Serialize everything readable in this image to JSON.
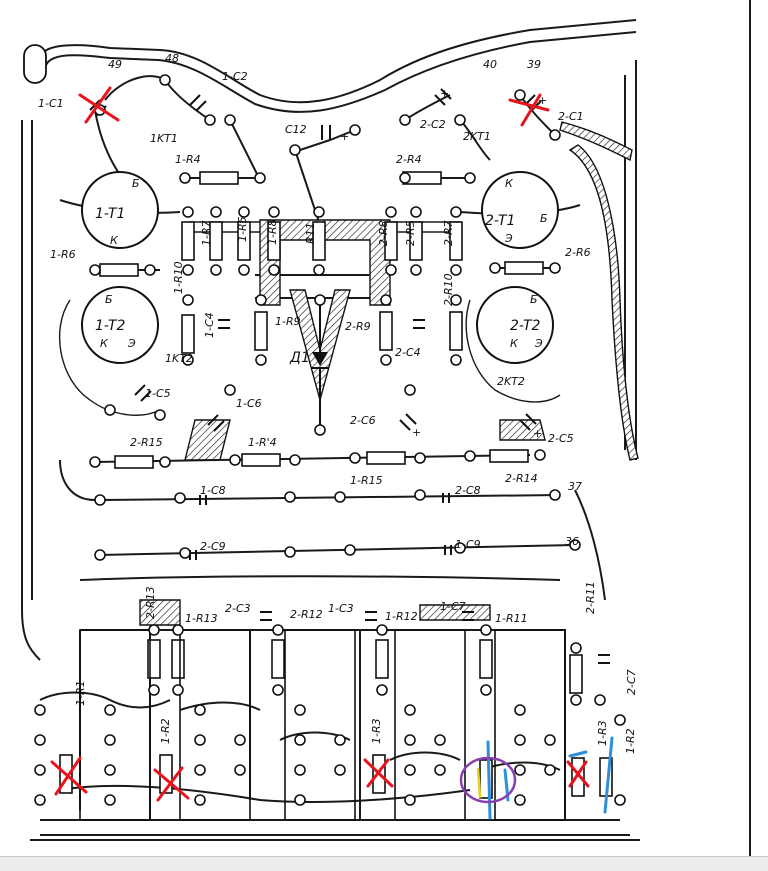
{
  "board": {
    "pin_numbers": [
      "49",
      "48",
      "40",
      "39",
      "37",
      "36"
    ],
    "capacitors": [
      "1-C1",
      "1-C2",
      "C12",
      "2-C2",
      "2-C1",
      "1-C5",
      "1-C6",
      "2-C6",
      "2-C5",
      "1-C4",
      "2-C4",
      "2-C3",
      "1-C3",
      "2-C7",
      "1-C8",
      "2-C8",
      "2-C9",
      "1-C9",
      "1-C7"
    ],
    "resistors": [
      "1-R4",
      "2-R4",
      "1-R7",
      "1-R5",
      "1-R8",
      "R11",
      "2-R8",
      "2-R5",
      "2-R7",
      "1-R6",
      "2-R6",
      "1-R10",
      "1-R9",
      "2-R9",
      "2-R10",
      "2-R15",
      "1-R'4",
      "1-R15",
      "2-R14",
      "1-R13",
      "2-R12",
      "1-R12",
      "1-R11",
      "2-R11",
      "2-R13",
      "1-R1",
      "1-R2",
      "1-R3",
      "1-R2",
      "1-R3"
    ],
    "transistors": [
      "1-T1",
      "1-T2",
      "2-T1",
      "2-T2"
    ],
    "transformers": [
      "1KT1",
      "2KT1",
      "1KT2",
      "2KT2"
    ],
    "diode": "Д1",
    "pin_letters": {
      "base": "Б",
      "collector": "К",
      "emitter": "Э"
    },
    "polarity": "+"
  },
  "annotations": {
    "red_cross_color": "#e8141c",
    "blue_wire_color": "#2f8fd8",
    "purple_circle_color": "#8a3fb0",
    "yellow_mark_color": "#e6d21c"
  }
}
